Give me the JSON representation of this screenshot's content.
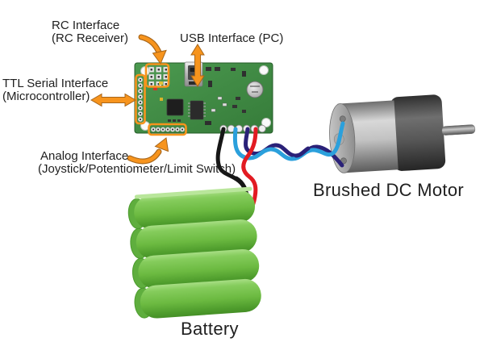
{
  "diagram": {
    "labels": {
      "rc": {
        "line1": "RC Interface",
        "line2": "(RC Receiver)"
      },
      "usb": {
        "line1": "USB Interface (PC)"
      },
      "ttl": {
        "line1": "TTL Serial Interface",
        "line2": "(Microcontroller)"
      },
      "analog": {
        "line1": "Analog Interface",
        "line2": "(Joystick/Potentiometer/Limit Switch)"
      },
      "motor": {
        "line1": "Brushed DC Motor"
      },
      "battery": {
        "line1": "Battery"
      }
    },
    "components": [
      "motor-controller-board",
      "usb-mini-connector",
      "rc-pin-grid",
      "ttl-serial-header",
      "analog-header",
      "power-capacitor",
      "brushed-dc-motor",
      "battery-pack",
      "motor-wires-twisted-pair",
      "battery-power-wires"
    ],
    "icons": [
      "rc-curved-arrow-icon",
      "usb-double-arrow-icon",
      "ttl-double-arrow-icon",
      "analog-curved-arrow-icon"
    ],
    "colors": {
      "callout_orange": "#F7941D",
      "callout_outline": "#A8661A",
      "pcb_green": "#3F8F44",
      "wire_light_blue": "#2BA0DC",
      "wire_navy": "#2A2178",
      "wire_red": "#E21B22",
      "wire_black": "#161616",
      "battery_green": "#6CBA41",
      "motor_gray": "#8F8F8F",
      "background": "#FFFFFF",
      "text": "#1F1F1F"
    }
  }
}
